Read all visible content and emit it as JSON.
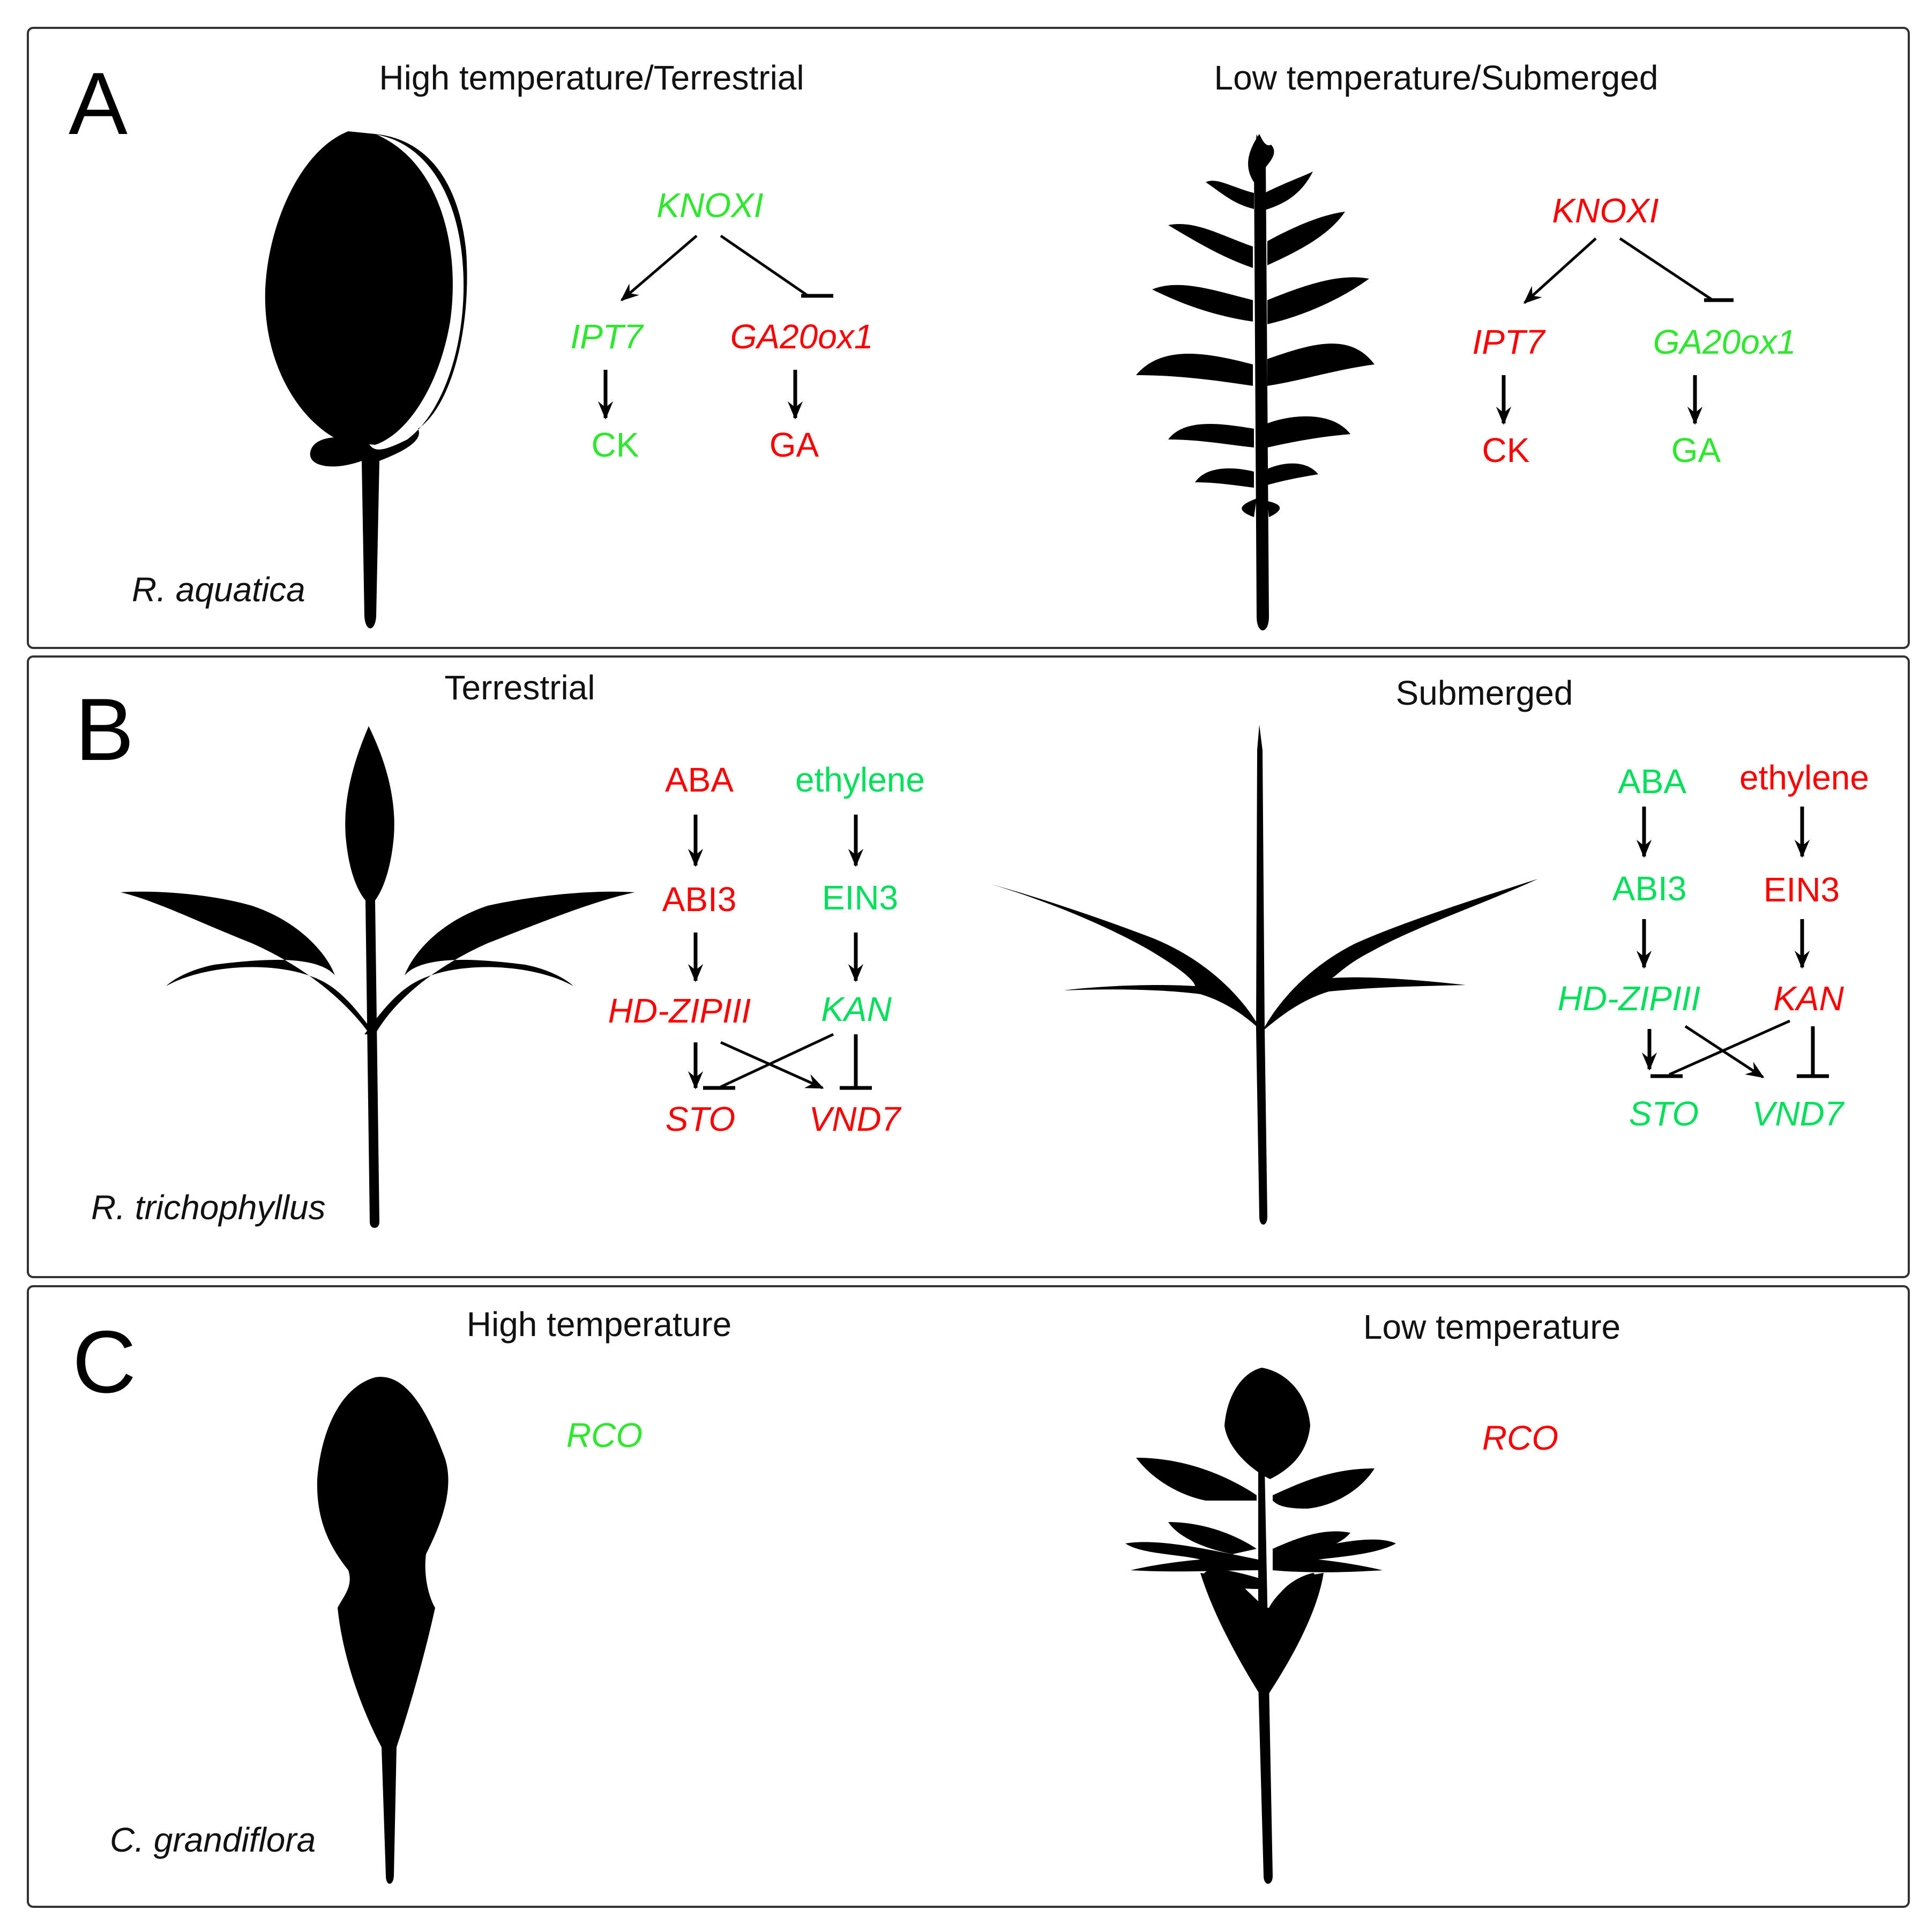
{
  "colors": {
    "upregulated": "#00e05a",
    "upregulated_alt": "#2ee82e",
    "downregulated": "#ff0000",
    "silhouette": "#000000",
    "panel_border": "#333333"
  },
  "panels": [
    {
      "letter": "A",
      "species": "R. aquatica",
      "left_condition": "High temperature/Terrestrial",
      "right_condition": "Low temperature/Submerged",
      "left_network": {
        "KNOXI": "KNOXI",
        "IPT7": "IPT7",
        "GA20ox1": "GA20ox1",
        "CK": "CK",
        "GA": "GA"
      },
      "right_network": {
        "KNOXI": "KNOXI",
        "IPT7": "IPT7",
        "GA20ox1": "GA20ox1",
        "CK": "CK",
        "GA": "GA"
      }
    },
    {
      "letter": "B",
      "species": "R. trichophyllus",
      "left_condition": "Terrestrial",
      "right_condition": "Submerged",
      "left_network": {
        "ABA": "ABA",
        "ethylene": "ethylene",
        "ABI3": "ABI3",
        "EIN3": "EIN3",
        "HDZIPIII": "HD-ZIPIII",
        "KAN": "KAN",
        "STO": "STO",
        "VND7": "VND7"
      },
      "right_network": {
        "ABA": "ABA",
        "ethylene": "ethylene",
        "ABI3": "ABI3",
        "EIN3": "EIN3",
        "HDZIPIII": "HD-ZIPIII",
        "KAN": "KAN",
        "STO": "STO",
        "VND7": "VND7"
      }
    },
    {
      "letter": "C",
      "species": "C. grandiflora",
      "left_condition": "High temperature",
      "right_condition": "Low temperature",
      "left_network": {
        "RCO": "RCO"
      },
      "right_network": {
        "RCO": "RCO"
      }
    }
  ]
}
